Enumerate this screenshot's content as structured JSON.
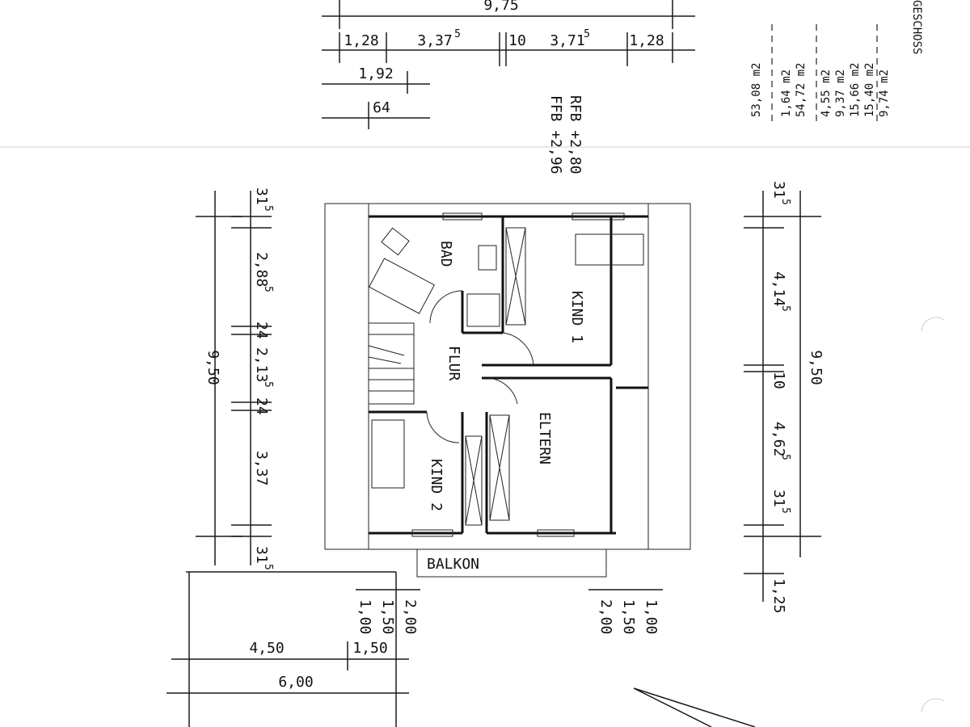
{
  "header": {
    "heading_partial": "GESCHOSS",
    "top_width": "9,75",
    "top_row": [
      "1,28",
      "3,37",
      "5",
      "10",
      "3,71",
      "5",
      "1,28"
    ],
    "sub_dim_1": "1,92",
    "sub_dim_2": "64"
  },
  "areas": {
    "values": [
      "9,74 m2",
      "15,40 m2",
      "15,66 m2",
      "9,37 m2",
      "4,55 m2",
      "54,72 m2",
      "1,64 m2",
      "53,08 m2"
    ]
  },
  "levels": {
    "rfb": "RFB +2,80",
    "ffb": "FFB +2,96"
  },
  "rooms": {
    "bad": "BAD",
    "kind1": "KIND 1",
    "flur": "FLUR",
    "eltern": "ELTERN",
    "kind2": "KIND 2",
    "balkon": "BALKON"
  },
  "left_dims": {
    "top": "31",
    "top_sup": "5",
    "seg1": "2,88",
    "seg1_sup": "5",
    "wall1": "24",
    "seg2": "2,13",
    "seg2_sup": "5",
    "wall2": "24",
    "seg3": "3,37",
    "bottom": "31",
    "bottom_sup": "5",
    "total": "9,50"
  },
  "right_dims": {
    "top": "31",
    "top_sup": "5",
    "seg1": "4,14",
    "seg1_sup": "5",
    "wall": "10",
    "seg2": "4,62",
    "seg2_sup": "5",
    "bottom": "31",
    "bottom_sup": "5",
    "total": "9,50",
    "balcony": "1,25"
  },
  "bottom_dims": {
    "left": [
      "1,00",
      "1,50",
      "2,00"
    ],
    "right": [
      "2,00",
      "1,50",
      "1,00"
    ],
    "w1": "4,50",
    "w2": "1,50",
    "total": "6,00"
  }
}
